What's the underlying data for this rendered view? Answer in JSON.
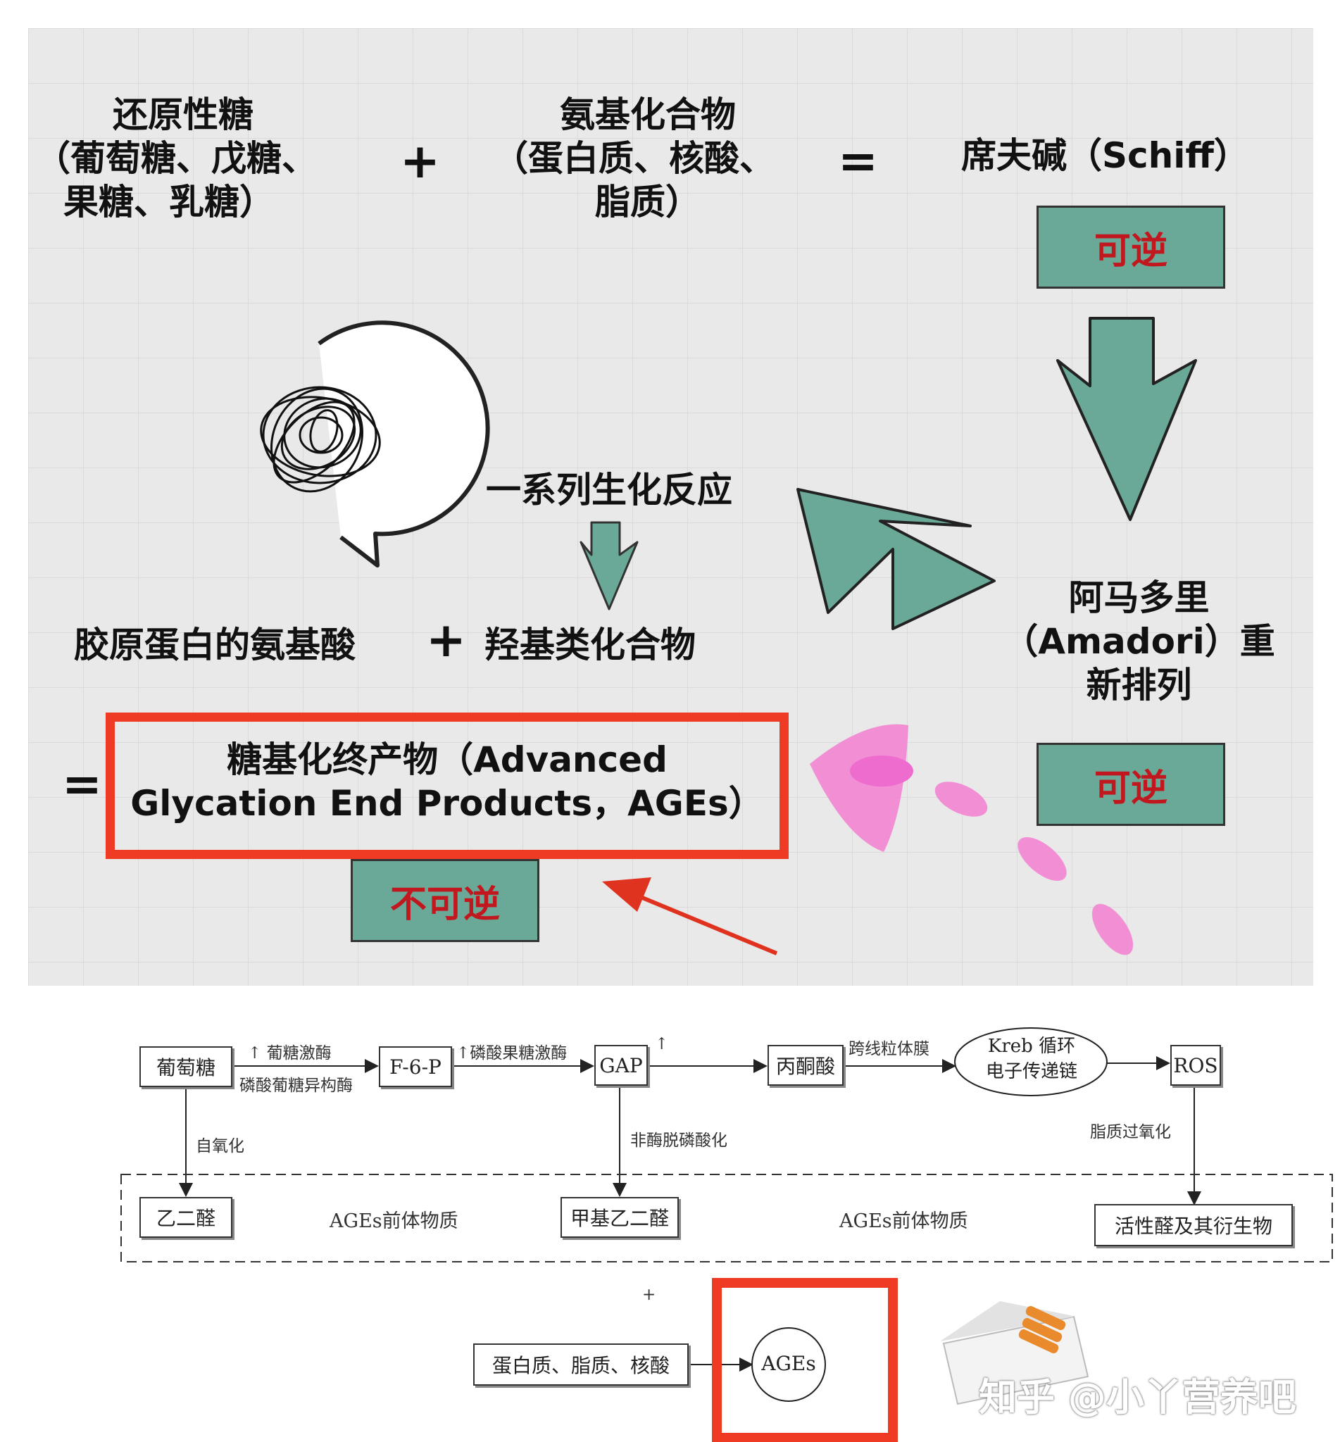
{
  "top": {
    "reducing_sugar": [
      "还原性糖",
      "（葡萄糖、戊糖、",
      "果糖、乳糖）"
    ],
    "plus": "+",
    "amino": [
      "氨基化合物",
      "（蛋白质、核酸、",
      "脂质）"
    ],
    "equals": "=",
    "schiff": "席夫碱（Schiff）",
    "reversible": "可逆",
    "series_reaction": "一系列生化反应",
    "amadori": [
      "阿马多里",
      "（Amadori）重",
      "新排列"
    ],
    "collagen": "胶原蛋白的氨基酸",
    "hydroxyl": "羟基类化合物",
    "ages_eq": "=",
    "ages": [
      "糖基化终产物（Advanced",
      "Glycation End Products，AGEs）"
    ],
    "irreversible": "不可逆"
  },
  "flow": {
    "glucose": "葡萄糖",
    "hexokinase": "↑ 葡糖激酶",
    "isomerase": "磷酸葡糖异构酶",
    "f6p": "F-6-P",
    "pfk": "↑磷酸果糖激酶",
    "gap": "GAP",
    "gap_up": "↑",
    "pyruvate": "丙酮酸",
    "cross_membrane": "跨线粒体膜",
    "kreb": [
      "Kreb 循环",
      "电子传递链"
    ],
    "ros": "ROS",
    "autooxidation": "自氧化",
    "non_enzymatic": "非酶脱磷酸化",
    "lipid_peroxidation": "脂质过氧化",
    "glyoxal": "乙二醛",
    "precursor_1": "AGEs前体物质",
    "methylglyoxal": "甲基乙二醛",
    "precursor_2": "AGEs前体物质",
    "reactive_aldehydes": "活性醛及其衍生物",
    "plus": "+",
    "biomolecules": "蛋白质、脂质、核酸",
    "ages": "AGEs"
  },
  "watermark": "知乎 @小丫营养吧",
  "colors": {
    "teal": "#6aa997",
    "red": "#ef3b24",
    "pink": "#f47fd0",
    "grid_bg": "#e9e9e9"
  }
}
